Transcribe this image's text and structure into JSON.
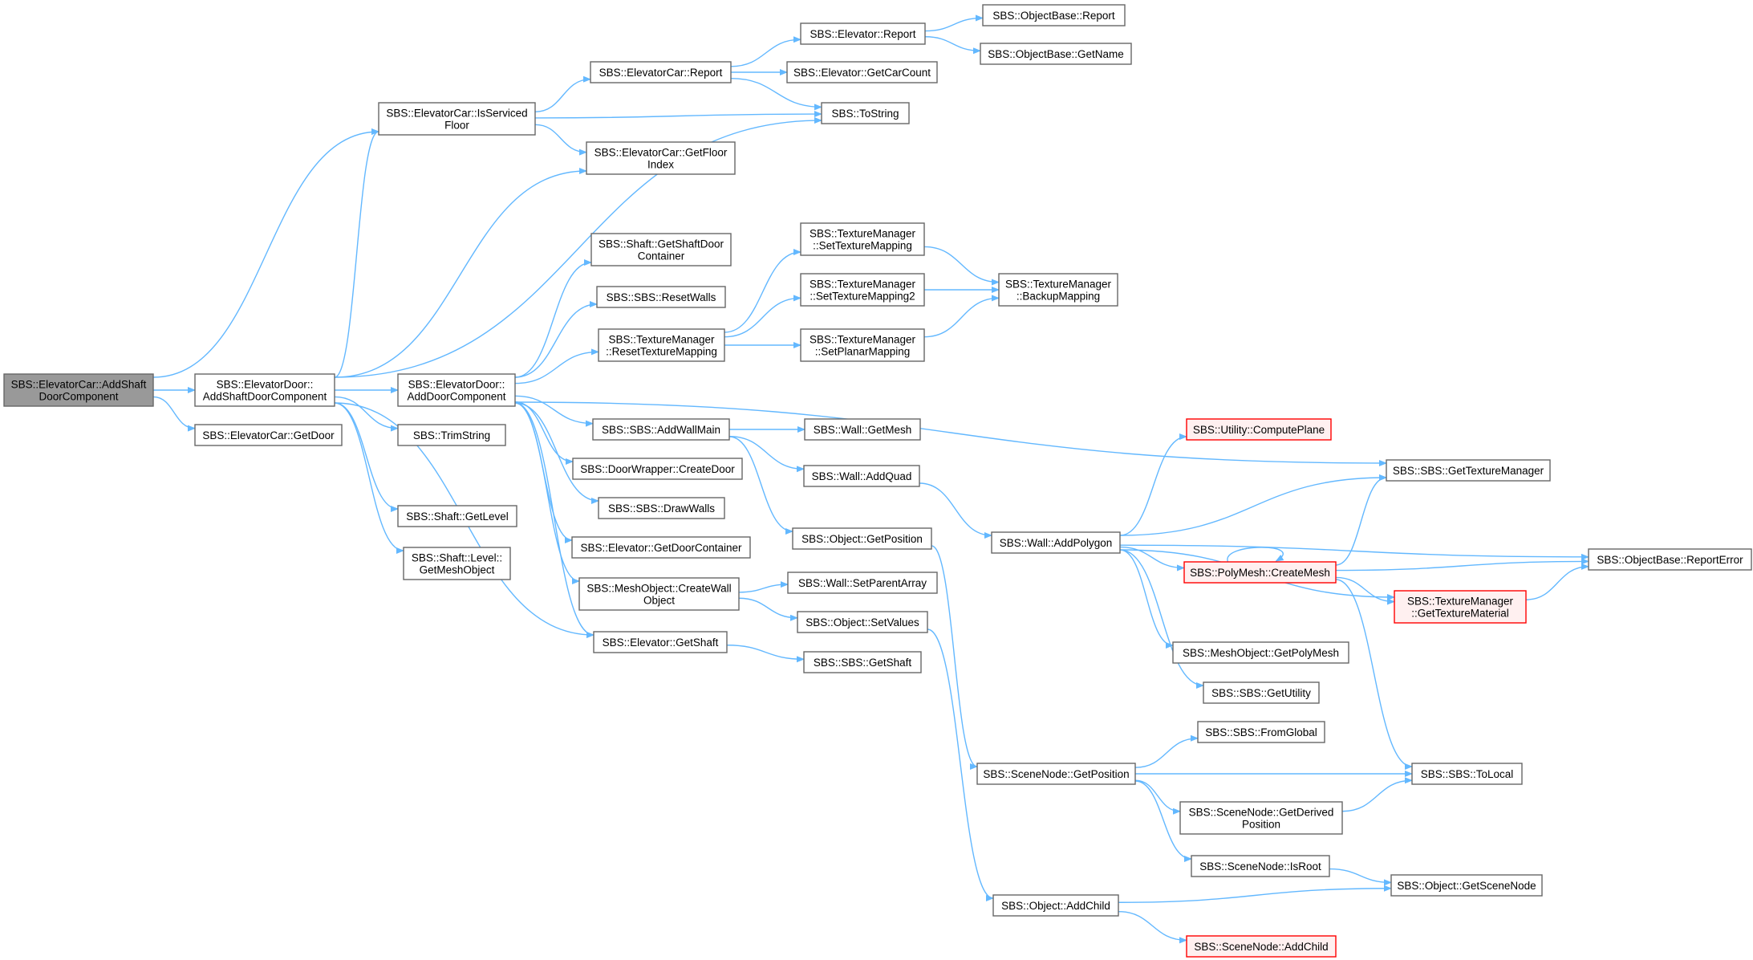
{
  "colors": {
    "edge": "#63b8ff",
    "node_border": "#666666",
    "node_fill": "#ffffff",
    "root_fill": "#999999",
    "truncated_border": "#ff0000",
    "truncated_fill": "#fff0f0"
  },
  "nodes": [
    {
      "id": "n0",
      "lines": [
        "SBS::ElevatorCar::AddShaft",
        "DoorComponent"
      ],
      "root": true
    },
    {
      "id": "n1",
      "lines": [
        "SBS::ElevatorDoor::",
        "AddShaftDoorComponent"
      ]
    },
    {
      "id": "n2",
      "lines": [
        "SBS::ElevatorCar::GetDoor"
      ]
    },
    {
      "id": "n3",
      "lines": [
        "SBS::ElevatorCar::IsServiced",
        "Floor"
      ]
    },
    {
      "id": "n4",
      "lines": [
        "SBS::ElevatorDoor::",
        "AddDoorComponent"
      ]
    },
    {
      "id": "n5",
      "lines": [
        "SBS::TrimString"
      ]
    },
    {
      "id": "n6",
      "lines": [
        "SBS::Shaft::GetLevel"
      ]
    },
    {
      "id": "n7",
      "lines": [
        "SBS::Shaft::Level::",
        "GetMeshObject"
      ]
    },
    {
      "id": "n8",
      "lines": [
        "SBS::ElevatorCar::Report"
      ]
    },
    {
      "id": "n9",
      "lines": [
        "SBS::ElevatorCar::GetFloor",
        "Index"
      ]
    },
    {
      "id": "n10",
      "lines": [
        "SBS::Shaft::GetShaftDoor",
        "Container"
      ]
    },
    {
      "id": "n11",
      "lines": [
        "SBS::SBS::ResetWalls"
      ]
    },
    {
      "id": "n12",
      "lines": [
        "SBS::TextureManager",
        "::ResetTextureMapping"
      ]
    },
    {
      "id": "n13",
      "lines": [
        "SBS::SBS::AddWallMain"
      ]
    },
    {
      "id": "n14",
      "lines": [
        "SBS::DoorWrapper::CreateDoor"
      ]
    },
    {
      "id": "n15",
      "lines": [
        "SBS::SBS::DrawWalls"
      ]
    },
    {
      "id": "n16",
      "lines": [
        "SBS::Elevator::GetDoorContainer"
      ]
    },
    {
      "id": "n17",
      "lines": [
        "SBS::MeshObject::CreateWall",
        "Object"
      ]
    },
    {
      "id": "n18",
      "lines": [
        "SBS::Elevator::GetShaft"
      ]
    },
    {
      "id": "n19",
      "lines": [
        "SBS::Elevator::Report"
      ]
    },
    {
      "id": "n20",
      "lines": [
        "SBS::Elevator::GetCarCount"
      ]
    },
    {
      "id": "n21",
      "lines": [
        "SBS::ToString"
      ]
    },
    {
      "id": "n22",
      "lines": [
        "SBS::TextureManager",
        "::SetTextureMapping"
      ]
    },
    {
      "id": "n23",
      "lines": [
        "SBS::TextureManager",
        "::SetTextureMapping2"
      ]
    },
    {
      "id": "n24",
      "lines": [
        "SBS::TextureManager",
        "::SetPlanarMapping"
      ]
    },
    {
      "id": "n25",
      "lines": [
        "SBS::Wall::GetMesh"
      ]
    },
    {
      "id": "n26",
      "lines": [
        "SBS::Wall::AddQuad"
      ]
    },
    {
      "id": "n27",
      "lines": [
        "SBS::Object::GetPosition"
      ]
    },
    {
      "id": "n28",
      "lines": [
        "SBS::Wall::SetParentArray"
      ]
    },
    {
      "id": "n29",
      "lines": [
        "SBS::Object::SetValues"
      ]
    },
    {
      "id": "n30",
      "lines": [
        "SBS::SBS::GetShaft"
      ]
    },
    {
      "id": "n31",
      "lines": [
        "SBS::ObjectBase::Report"
      ]
    },
    {
      "id": "n32",
      "lines": [
        "SBS::ObjectBase::GetName"
      ]
    },
    {
      "id": "n33",
      "lines": [
        "SBS::TextureManager",
        "::BackupMapping"
      ]
    },
    {
      "id": "n34",
      "lines": [
        "SBS::Wall::AddPolygon"
      ]
    },
    {
      "id": "n35",
      "lines": [
        "SBS::SceneNode::GetPosition"
      ]
    },
    {
      "id": "n36",
      "lines": [
        "SBS::Object::AddChild"
      ]
    },
    {
      "id": "n37",
      "lines": [
        "SBS::Utility::ComputePlane"
      ],
      "truncated": true
    },
    {
      "id": "n38",
      "lines": [
        "SBS::SBS::GetTextureManager"
      ]
    },
    {
      "id": "n39",
      "lines": [
        "SBS::PolyMesh::CreateMesh"
      ],
      "truncated": true
    },
    {
      "id": "n40",
      "lines": [
        "SBS::MeshObject::GetPolyMesh"
      ]
    },
    {
      "id": "n41",
      "lines": [
        "SBS::SBS::GetUtility"
      ]
    },
    {
      "id": "n42",
      "lines": [
        "SBS::SBS::FromGlobal"
      ]
    },
    {
      "id": "n43",
      "lines": [
        "SBS::SceneNode::GetDerived",
        "Position"
      ]
    },
    {
      "id": "n44",
      "lines": [
        "SBS::SceneNode::IsRoot"
      ]
    },
    {
      "id": "n45",
      "lines": [
        "SBS::SceneNode::AddChild"
      ],
      "truncated": true
    },
    {
      "id": "n46",
      "lines": [
        "SBS::ObjectBase::ReportError"
      ]
    },
    {
      "id": "n47",
      "lines": [
        "SBS::TextureManager",
        "::GetTextureMaterial"
      ],
      "truncated": true
    },
    {
      "id": "n48",
      "lines": [
        "SBS::SBS::ToLocal"
      ]
    },
    {
      "id": "n49",
      "lines": [
        "SBS::Object::GetSceneNode"
      ]
    }
  ],
  "edges": [
    {
      "from": "n0",
      "to": "n1"
    },
    {
      "from": "n0",
      "to": "n2"
    },
    {
      "from": "n0",
      "to": "n3"
    },
    {
      "from": "n1",
      "to": "n3"
    },
    {
      "from": "n1",
      "to": "n4"
    },
    {
      "from": "n1",
      "to": "n5"
    },
    {
      "from": "n1",
      "to": "n6"
    },
    {
      "from": "n1",
      "to": "n7"
    },
    {
      "from": "n1",
      "to": "n9"
    },
    {
      "from": "n1",
      "to": "n18"
    },
    {
      "from": "n1",
      "to": "n21"
    },
    {
      "from": "n3",
      "to": "n8"
    },
    {
      "from": "n3",
      "to": "n9"
    },
    {
      "from": "n3",
      "to": "n21"
    },
    {
      "from": "n4",
      "to": "n10"
    },
    {
      "from": "n4",
      "to": "n11"
    },
    {
      "from": "n4",
      "to": "n12"
    },
    {
      "from": "n4",
      "to": "n13"
    },
    {
      "from": "n4",
      "to": "n14"
    },
    {
      "from": "n4",
      "to": "n15"
    },
    {
      "from": "n4",
      "to": "n16"
    },
    {
      "from": "n4",
      "to": "n17"
    },
    {
      "from": "n4",
      "to": "n18"
    },
    {
      "from": "n4",
      "to": "n38"
    },
    {
      "from": "n8",
      "to": "n19"
    },
    {
      "from": "n8",
      "to": "n20"
    },
    {
      "from": "n8",
      "to": "n21"
    },
    {
      "from": "n12",
      "to": "n22"
    },
    {
      "from": "n12",
      "to": "n23"
    },
    {
      "from": "n12",
      "to": "n24"
    },
    {
      "from": "n13",
      "to": "n25"
    },
    {
      "from": "n13",
      "to": "n26"
    },
    {
      "from": "n13",
      "to": "n27"
    },
    {
      "from": "n17",
      "to": "n28"
    },
    {
      "from": "n17",
      "to": "n29"
    },
    {
      "from": "n18",
      "to": "n30"
    },
    {
      "from": "n19",
      "to": "n31"
    },
    {
      "from": "n19",
      "to": "n32"
    },
    {
      "from": "n22",
      "to": "n33"
    },
    {
      "from": "n23",
      "to": "n33"
    },
    {
      "from": "n24",
      "to": "n33"
    },
    {
      "from": "n26",
      "to": "n34"
    },
    {
      "from": "n27",
      "to": "n35"
    },
    {
      "from": "n29",
      "to": "n36"
    },
    {
      "from": "n34",
      "to": "n37"
    },
    {
      "from": "n34",
      "to": "n38"
    },
    {
      "from": "n34",
      "to": "n39"
    },
    {
      "from": "n34",
      "to": "n40"
    },
    {
      "from": "n34",
      "to": "n41"
    },
    {
      "from": "n34",
      "to": "n46"
    },
    {
      "from": "n34",
      "to": "n47"
    },
    {
      "from": "n39",
      "to": "n39"
    },
    {
      "from": "n39",
      "to": "n38"
    },
    {
      "from": "n39",
      "to": "n46"
    },
    {
      "from": "n39",
      "to": "n47"
    },
    {
      "from": "n39",
      "to": "n48"
    },
    {
      "from": "n47",
      "to": "n46"
    },
    {
      "from": "n35",
      "to": "n42"
    },
    {
      "from": "n35",
      "to": "n43"
    },
    {
      "from": "n35",
      "to": "n44"
    },
    {
      "from": "n35",
      "to": "n48"
    },
    {
      "from": "n43",
      "to": "n48"
    },
    {
      "from": "n44",
      "to": "n49"
    },
    {
      "from": "n36",
      "to": "n49"
    },
    {
      "from": "n36",
      "to": "n45"
    }
  ]
}
